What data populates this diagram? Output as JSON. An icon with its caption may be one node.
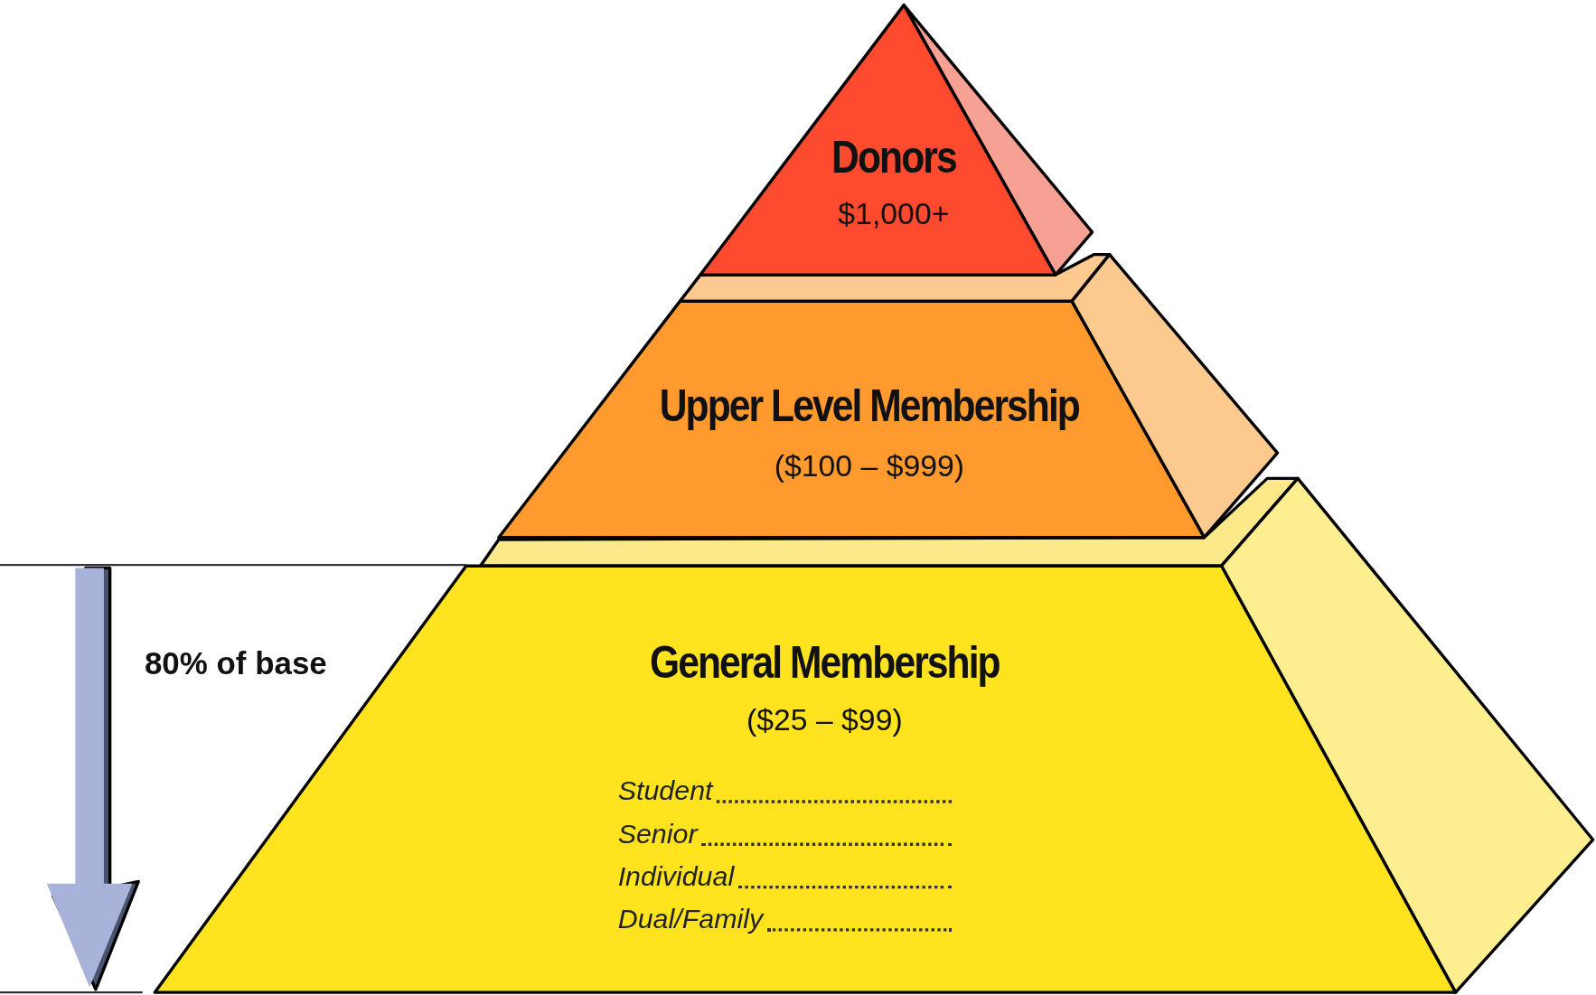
{
  "diagram": {
    "nodes": [
      {
        "text": [
          "Donors",
          "$1,000+"
        ]
      },
      {
        "text": [
          "Upper Level Membership",
          "($100 – $999)"
        ]
      },
      {
        "text": [
          "General Membership",
          "($25 – $99)",
          "Student",
          "Senior",
          "Individual",
          "Dual/Family"
        ]
      }
    ],
    "labels": [
      "80% of base"
    ]
  }
}
